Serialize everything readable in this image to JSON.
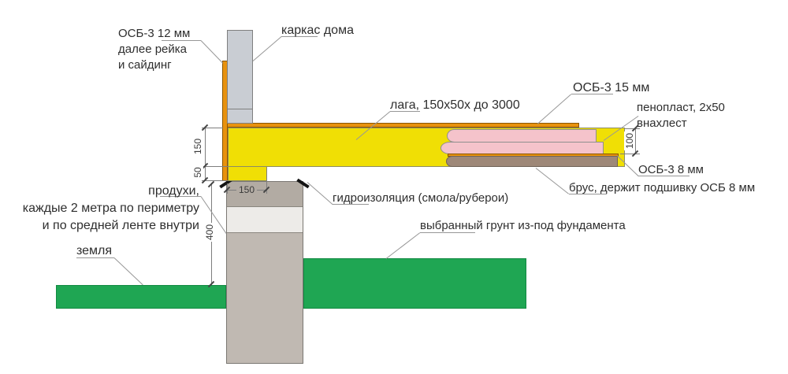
{
  "labels": {
    "osb12": [
      "ОСБ-3 12 мм",
      "далее рейка",
      "и сайдинг"
    ],
    "frame": "каркас дома",
    "joist": "лага, 150x50x до 3000",
    "osb15": "ОСБ-3 15 мм",
    "foam": [
      "пенопласт, 2x50",
      "внахлест"
    ],
    "osb8": "ОСБ-3 8 мм",
    "brus": "брус, держит подшивку ОСБ 8 мм",
    "waterproofing": "гидроизоляция (смола/руберои)",
    "excavated_soil": "выбранный грунт из-под фундамента",
    "ground": "земля",
    "vents": [
      "продухи,",
      "каждые 2 метра по периметру",
      "и по средней ленте внутри"
    ]
  },
  "dimensions": {
    "joist_height_mm": "150",
    "ledge_height_mm": "50",
    "foundation_width_mm": "150",
    "foundation_exposed_height_mm": "400",
    "foam_total_thickness_mm": "100"
  },
  "colors": {
    "wood_yellow": "#f0df05",
    "osb_orange": "#e8920e",
    "foam_pink": "#f5c3cb",
    "brus_brown": "#9e8878",
    "soil_green": "#1fa653",
    "frame_gray": "#c9cdd3",
    "foundation_top_gray": "#b2aba3",
    "foundation_gray": "#c0b9b2",
    "vent_light": "#edebe8"
  }
}
